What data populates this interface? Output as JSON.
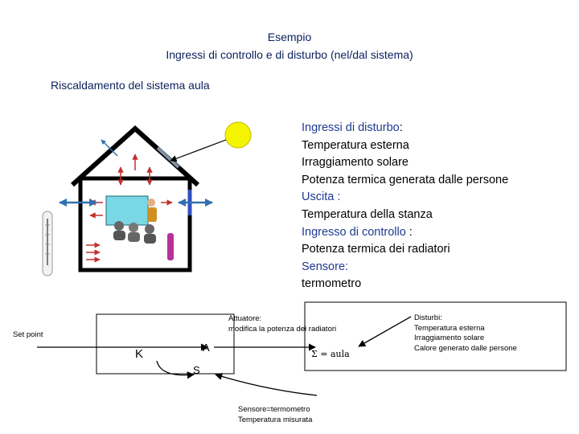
{
  "header": {
    "title_line1": "Esempio",
    "title_line2": "Ingressi di controllo e di disturbo (nel/dal sistema)",
    "subtitle": "Riscaldamento del sistema aula"
  },
  "legend": {
    "disturbance_heading": "Ingressi di disturbo",
    "disturbance_colon": ":",
    "items_disturbance": [
      "Temperatura esterna",
      "Irraggiamento solare",
      "Potenza termica generata dalle persone"
    ],
    "output_heading": "Uscita :",
    "output_item": "Temperatura della stanza",
    "control_heading": "Ingresso di controllo",
    "control_colon": " :",
    "control_item": "Potenza termica dei radiatori",
    "sensor_heading": "Sensore:",
    "sensor_item": "termometro"
  },
  "block_diagram": {
    "setpoint_label": "Set point",
    "controller_label": "K",
    "actuator_label": "A",
    "sensor_block_label": "S",
    "actuator_note_line1": "Attuatore:",
    "actuator_note_line2": "modifica la potenza dei radiatori",
    "disturb_line1": "Disturbi:",
    "disturb_line2": "Temperatura esterna",
    "disturb_line3": "Irraggiamento solare",
    "disturb_line4": "Calore generato dalle persone",
    "sensor_note_line1": "Sensore=termometro",
    "sensor_note_line2": "Temperatura misurata",
    "system_label": "Σ = aula"
  },
  "colors": {
    "title_blue": "#0b1f5c",
    "heading_blue": "#1f3a8f",
    "arrow_red": "#c03030",
    "arrow_blue": "#3070b0",
    "sun_yellow": "#f4f400",
    "window_cyan": "#7ad7e6"
  }
}
